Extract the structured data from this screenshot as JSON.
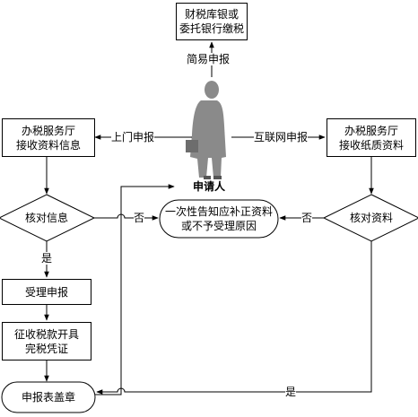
{
  "nodes": {
    "tax_bank": "财税库银或\n委托银行缴税",
    "hall_left": "办税服务厅\n接收资料信息",
    "hall_right": "办税服务厅\n接收纸质资料",
    "applicant": "申请人",
    "check_left": "核对信息",
    "check_right": "核对资料",
    "notice": "一次性告知应补正资料\n或不予受理原因",
    "accept": "受理申报",
    "collect": "征收税款开具\n完税凭证",
    "stamp": "申报表盖章"
  },
  "edges": {
    "simple": "简易申报",
    "onsite": "上门申报",
    "internet": "互联网申报",
    "no_left": "否",
    "no_right": "否",
    "yes_left": "是",
    "yes_right": "是"
  }
}
